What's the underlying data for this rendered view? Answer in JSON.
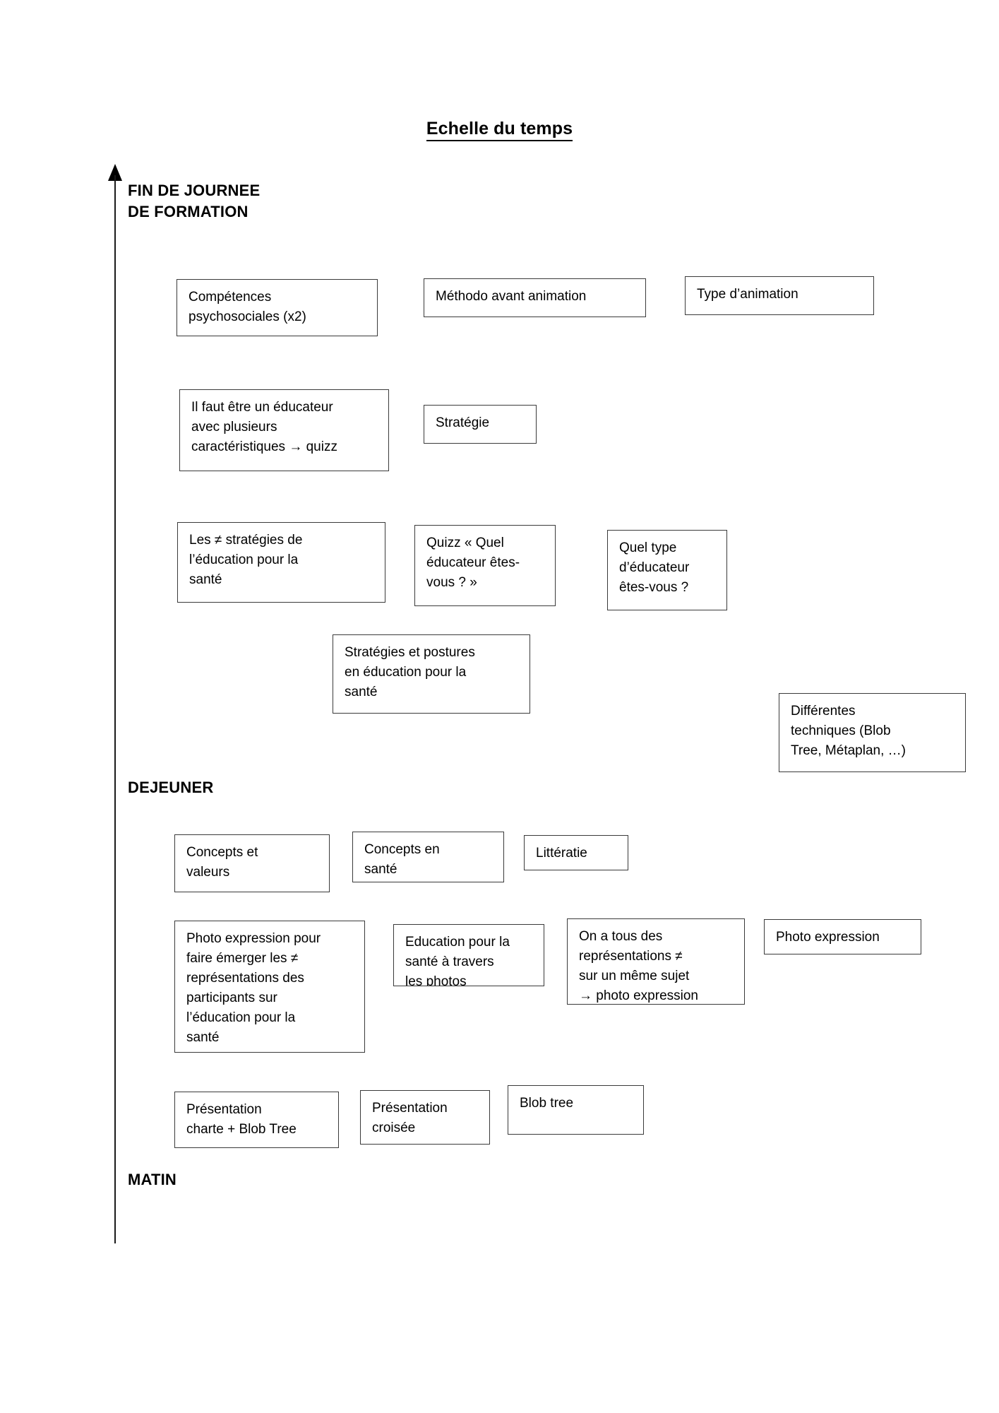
{
  "document": {
    "title": "Echelle du temps"
  },
  "timeline": {
    "axis_labels": [
      {
        "id": "end",
        "text": "FIN DE JOURNEE\nDE FORMATION"
      },
      {
        "id": "lunch",
        "text": "DEJEUNER"
      },
      {
        "id": "morning",
        "text": "MATIN"
      }
    ],
    "arrow_direction": "up",
    "line_color": "#1a1a1a"
  },
  "boxes": [
    {
      "id": "competences-psychosociales",
      "text": "Compétences\npsychosociales (x2)"
    },
    {
      "id": "methodo-avant-animation",
      "text": "Méthodo avant animation"
    },
    {
      "id": "type-animation",
      "text": "Type d’animation"
    },
    {
      "id": "educateur-caracteristiques",
      "text": "Il faut être un éducateur\navec plusieurs\ncaractéristiques → quizz"
    },
    {
      "id": "strategie",
      "text": "Stratégie"
    },
    {
      "id": "strategies-education-sante",
      "text": "Les ≠ stratégies de\nl’éducation pour la\nsanté"
    },
    {
      "id": "quizz-quel-educateur",
      "text": "Quizz « Quel\néducateur êtes-\nvous ? »"
    },
    {
      "id": "quel-type-educateur",
      "text": "Quel type\nd’éducateur\nêtes-vous ?"
    },
    {
      "id": "strategies-postures",
      "text": "Stratégies et postures\nen éducation pour la\nsanté"
    },
    {
      "id": "differentes-techniques",
      "text": "Différentes\ntechniques (Blob\nTree, Métaplan, …)"
    },
    {
      "id": "concepts-valeurs",
      "text": "Concepts et\nvaleurs"
    },
    {
      "id": "concepts-sante",
      "text": "Concepts en\nsanté"
    },
    {
      "id": "litteratie",
      "text": "Littératie"
    },
    {
      "id": "photo-expression-emerger",
      "text": "Photo expression pour\nfaire émerger les ≠\nreprésentations des\nparticipants sur\nl’éducation pour la\nsanté"
    },
    {
      "id": "education-sante-photos",
      "text": "Education pour la\nsanté à travers\nles photos"
    },
    {
      "id": "representations-sujet",
      "text": "On a tous des\nreprésentations ≠\nsur un même sujet\n→ photo expression"
    },
    {
      "id": "photo-expression",
      "text": "Photo expression"
    },
    {
      "id": "presentation-charte",
      "text": "Présentation\ncharte + Blob Tree"
    },
    {
      "id": "presentation-croisee",
      "text": "Présentation\ncroisée"
    },
    {
      "id": "blob-tree",
      "text": "Blob tree"
    }
  ]
}
